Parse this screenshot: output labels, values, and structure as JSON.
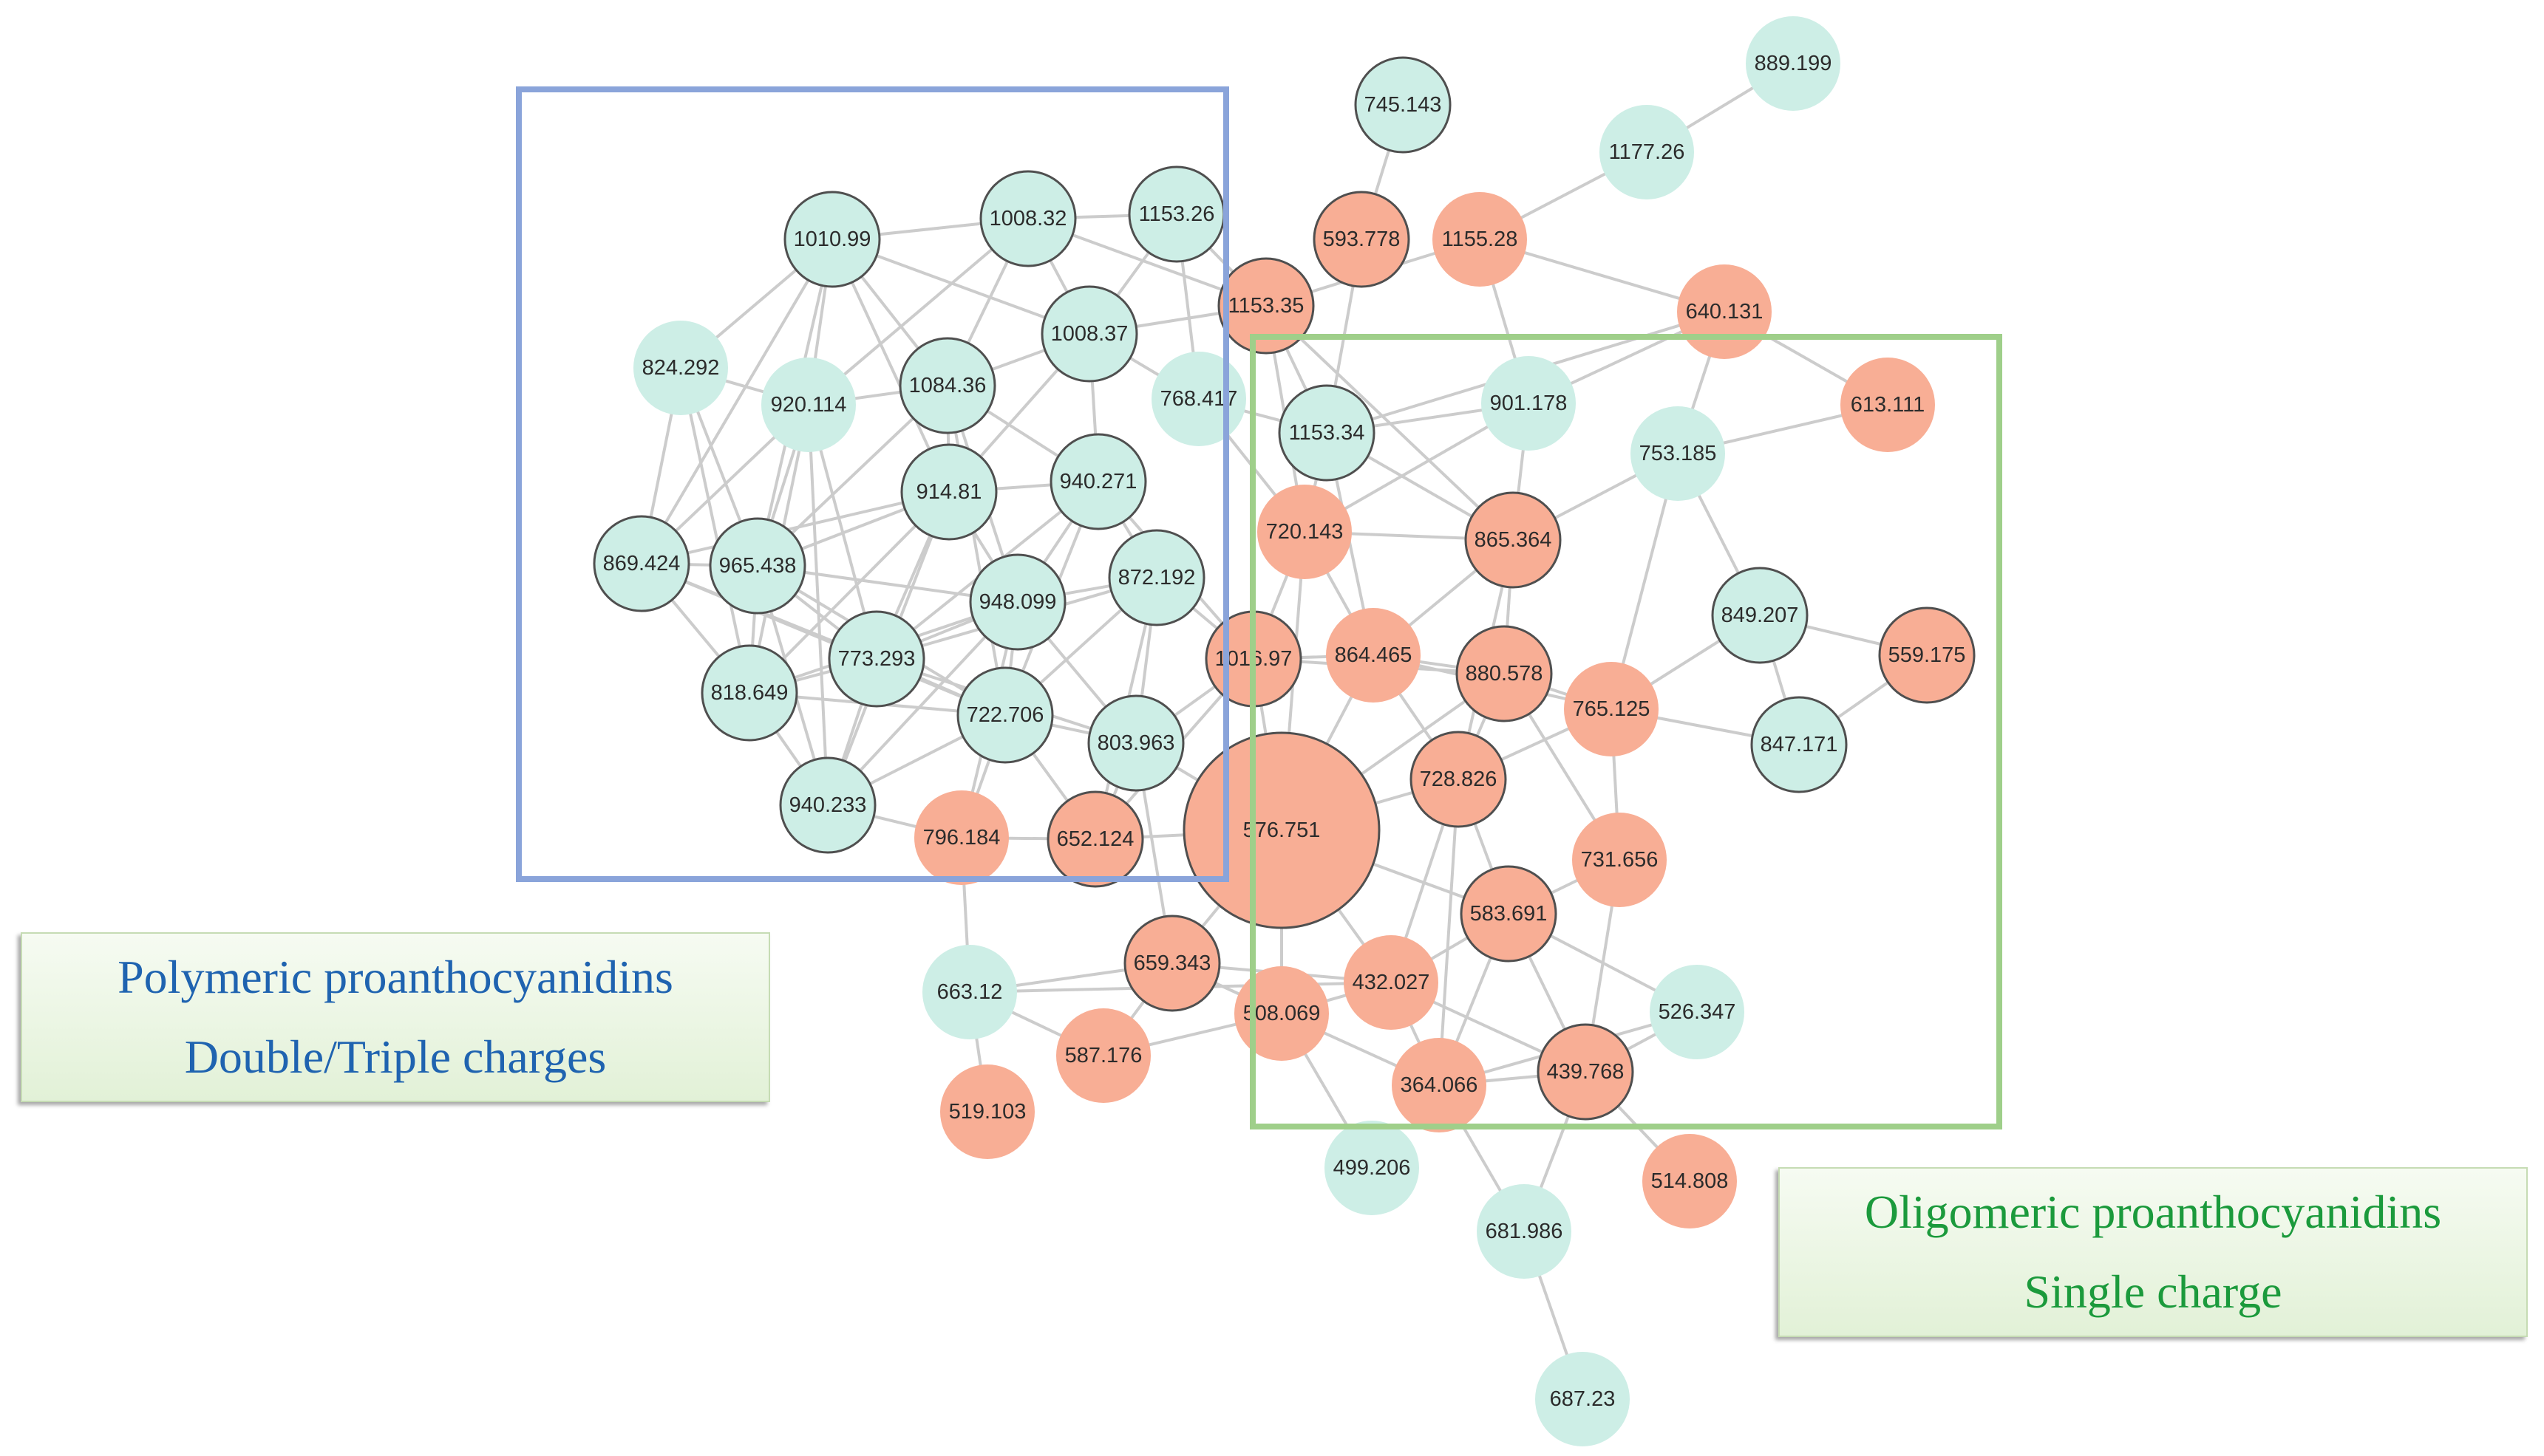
{
  "colors": {
    "teal": "#cdeee6",
    "salmon": "#f8ae95",
    "edge": "#cccccc",
    "node_stroke": "#4f4f4f",
    "blue_box": "#8aa4da",
    "green_box": "#9fcf8a"
  },
  "legends": {
    "polymeric": {
      "line1": "Polymeric proanthocyanidins",
      "line2": "Double/Triple charges"
    },
    "oligomeric": {
      "line1": "Oligomeric proanthocyanidins",
      "line2": "Single charge"
    }
  },
  "nodes": [
    {
      "id": "889.199",
      "c": "teal",
      "o": false
    },
    {
      "id": "745.143",
      "c": "teal",
      "o": true
    },
    {
      "id": "1177.26",
      "c": "teal",
      "o": false
    },
    {
      "id": "593.778",
      "c": "salmon",
      "o": true
    },
    {
      "id": "1155.28",
      "c": "salmon",
      "o": false
    },
    {
      "id": "1153.26",
      "c": "teal",
      "o": true
    },
    {
      "id": "1010.99",
      "c": "teal",
      "o": true
    },
    {
      "id": "1008.32",
      "c": "teal",
      "o": true
    },
    {
      "id": "1153.35",
      "c": "salmon",
      "o": true
    },
    {
      "id": "640.131",
      "c": "salmon",
      "o": false
    },
    {
      "id": "1008.37",
      "c": "teal",
      "o": true
    },
    {
      "id": "824.292",
      "c": "teal",
      "o": false
    },
    {
      "id": "920.114",
      "c": "teal",
      "o": false
    },
    {
      "id": "1084.36",
      "c": "teal",
      "o": true
    },
    {
      "id": "768.417",
      "c": "teal",
      "o": false
    },
    {
      "id": "1153.34",
      "c": "teal",
      "o": true
    },
    {
      "id": "901.178",
      "c": "teal",
      "o": false
    },
    {
      "id": "613.111",
      "c": "salmon",
      "o": false
    },
    {
      "id": "753.185",
      "c": "teal",
      "o": false
    },
    {
      "id": "914.81",
      "c": "teal",
      "o": true
    },
    {
      "id": "940.271",
      "c": "teal",
      "o": true
    },
    {
      "id": "720.143",
      "c": "salmon",
      "o": false
    },
    {
      "id": "865.364",
      "c": "salmon",
      "o": true
    },
    {
      "id": "869.424",
      "c": "teal",
      "o": true
    },
    {
      "id": "965.438",
      "c": "teal",
      "o": true
    },
    {
      "id": "872.192",
      "c": "teal",
      "o": true
    },
    {
      "id": "948.099",
      "c": "teal",
      "o": true
    },
    {
      "id": "849.207",
      "c": "teal",
      "o": true
    },
    {
      "id": "1016.97",
      "c": "salmon",
      "o": true
    },
    {
      "id": "864.465",
      "c": "salmon",
      "o": false
    },
    {
      "id": "880.578",
      "c": "salmon",
      "o": true
    },
    {
      "id": "559.175",
      "c": "salmon",
      "o": true
    },
    {
      "id": "773.293",
      "c": "teal",
      "o": true
    },
    {
      "id": "818.649",
      "c": "teal",
      "o": true
    },
    {
      "id": "722.706",
      "c": "teal",
      "o": true
    },
    {
      "id": "765.125",
      "c": "salmon",
      "o": false
    },
    {
      "id": "847.171",
      "c": "teal",
      "o": true
    },
    {
      "id": "803.963",
      "c": "teal",
      "o": true
    },
    {
      "id": "576.751",
      "c": "salmon",
      "o": true
    },
    {
      "id": "728.826",
      "c": "salmon",
      "o": true
    },
    {
      "id": "940.233",
      "c": "teal",
      "o": true
    },
    {
      "id": "796.184",
      "c": "salmon",
      "o": false
    },
    {
      "id": "652.124",
      "c": "salmon",
      "o": true
    },
    {
      "id": "731.656",
      "c": "salmon",
      "o": false
    },
    {
      "id": "583.691",
      "c": "salmon",
      "o": true
    },
    {
      "id": "663.12",
      "c": "teal",
      "o": false
    },
    {
      "id": "659.343",
      "c": "salmon",
      "o": true
    },
    {
      "id": "432.027",
      "c": "salmon",
      "o": false
    },
    {
      "id": "526.347",
      "c": "teal",
      "o": false
    },
    {
      "id": "508.069",
      "c": "salmon",
      "o": false
    },
    {
      "id": "587.176",
      "c": "salmon",
      "o": false
    },
    {
      "id": "439.768",
      "c": "salmon",
      "o": true
    },
    {
      "id": "519.103",
      "c": "salmon",
      "o": false
    },
    {
      "id": "364.066",
      "c": "salmon",
      "o": false
    },
    {
      "id": "514.808",
      "c": "salmon",
      "o": false
    },
    {
      "id": "499.206",
      "c": "teal",
      "o": false
    },
    {
      "id": "681.986",
      "c": "teal",
      "o": false
    },
    {
      "id": "687.23",
      "c": "teal",
      "o": false
    }
  ],
  "node_labels": {
    "1016.97": "1016.97",
    "768.417": "768.417",
    "576.751": "576.751",
    "508.069": "508.069",
    "1153.26": "1153.26"
  },
  "edges": [
    [
      "889.199",
      "1177.26"
    ],
    [
      "1177.26",
      "1155.28"
    ],
    [
      "745.143",
      "593.778"
    ],
    [
      "593.778",
      "1153.34"
    ],
    [
      "1155.28",
      "640.131"
    ],
    [
      "1155.28",
      "901.178"
    ],
    [
      "1155.28",
      "1153.35"
    ],
    [
      "640.131",
      "753.185"
    ],
    [
      "640.131",
      "613.111"
    ],
    [
      "640.131",
      "901.178"
    ],
    [
      "640.131",
      "1153.34"
    ],
    [
      "613.111",
      "753.185"
    ],
    [
      "753.185",
      "865.364"
    ],
    [
      "753.185",
      "849.207"
    ],
    [
      "753.185",
      "765.125"
    ],
    [
      "849.207",
      "847.171"
    ],
    [
      "849.207",
      "559.175"
    ],
    [
      "849.207",
      "765.125"
    ],
    [
      "847.171",
      "559.175"
    ],
    [
      "847.171",
      "765.125"
    ],
    [
      "901.178",
      "1153.34"
    ],
    [
      "901.178",
      "865.364"
    ],
    [
      "901.178",
      "720.143"
    ],
    [
      "1010.99",
      "1008.32"
    ],
    [
      "1010.99",
      "1008.37"
    ],
    [
      "1010.99",
      "824.292"
    ],
    [
      "1010.99",
      "920.114"
    ],
    [
      "1010.99",
      "1084.36"
    ],
    [
      "1010.99",
      "965.438"
    ],
    [
      "1010.99",
      "869.424"
    ],
    [
      "1010.99",
      "914.81"
    ],
    [
      "1008.32",
      "1153.26"
    ],
    [
      "1008.32",
      "1008.37"
    ],
    [
      "1008.32",
      "1084.36"
    ],
    [
      "1008.32",
      "920.114"
    ],
    [
      "1008.32",
      "1153.35"
    ],
    [
      "1153.26",
      "1008.37"
    ],
    [
      "1153.26",
      "768.417"
    ],
    [
      "1153.26",
      "1153.35"
    ],
    [
      "1008.37",
      "1084.36"
    ],
    [
      "1008.37",
      "914.81"
    ],
    [
      "1008.37",
      "940.271"
    ],
    [
      "1008.37",
      "768.417"
    ],
    [
      "1008.37",
      "1153.35"
    ],
    [
      "824.292",
      "869.424"
    ],
    [
      "824.292",
      "965.438"
    ],
    [
      "824.292",
      "920.114"
    ],
    [
      "824.292",
      "818.649"
    ],
    [
      "920.114",
      "1084.36"
    ],
    [
      "920.114",
      "965.438"
    ],
    [
      "920.114",
      "869.424"
    ],
    [
      "920.114",
      "773.293"
    ],
    [
      "920.114",
      "818.649"
    ],
    [
      "920.114",
      "940.233"
    ],
    [
      "1084.36",
      "914.81"
    ],
    [
      "1084.36",
      "940.271"
    ],
    [
      "1084.36",
      "965.438"
    ],
    [
      "1084.36",
      "948.099"
    ],
    [
      "1084.36",
      "722.706"
    ],
    [
      "914.81",
      "940.271"
    ],
    [
      "914.81",
      "869.424"
    ],
    [
      "914.81",
      "965.438"
    ],
    [
      "914.81",
      "773.293"
    ],
    [
      "914.81",
      "948.099"
    ],
    [
      "914.81",
      "818.649"
    ],
    [
      "914.81",
      "940.233"
    ],
    [
      "940.271",
      "872.192"
    ],
    [
      "940.271",
      "948.099"
    ],
    [
      "940.271",
      "773.293"
    ],
    [
      "940.271",
      "722.706"
    ],
    [
      "940.271",
      "1016.97"
    ],
    [
      "869.424",
      "965.438"
    ],
    [
      "869.424",
      "818.649"
    ],
    [
      "869.424",
      "773.293"
    ],
    [
      "869.424",
      "722.706"
    ],
    [
      "965.438",
      "773.293"
    ],
    [
      "965.438",
      "818.649"
    ],
    [
      "965.438",
      "948.099"
    ],
    [
      "965.438",
      "940.233"
    ],
    [
      "965.438",
      "722.706"
    ],
    [
      "872.192",
      "948.099"
    ],
    [
      "872.192",
      "803.963"
    ],
    [
      "872.192",
      "722.706"
    ],
    [
      "872.192",
      "1016.97"
    ],
    [
      "872.192",
      "652.124"
    ],
    [
      "948.099",
      "773.293"
    ],
    [
      "948.099",
      "722.706"
    ],
    [
      "948.099",
      "803.963"
    ],
    [
      "948.099",
      "818.649"
    ],
    [
      "948.099",
      "940.233"
    ],
    [
      "948.099",
      "796.184"
    ],
    [
      "773.293",
      "818.649"
    ],
    [
      "773.293",
      "722.706"
    ],
    [
      "773.293",
      "940.233"
    ],
    [
      "773.293",
      "803.963"
    ],
    [
      "773.293",
      "872.192"
    ],
    [
      "818.649",
      "940.233"
    ],
    [
      "818.649",
      "722.706"
    ],
    [
      "722.706",
      "803.963"
    ],
    [
      "722.706",
      "940.233"
    ],
    [
      "722.706",
      "796.184"
    ],
    [
      "722.706",
      "652.124"
    ],
    [
      "803.963",
      "652.124"
    ],
    [
      "803.963",
      "576.751"
    ],
    [
      "803.963",
      "1016.97"
    ],
    [
      "803.963",
      "659.343"
    ],
    [
      "940.233",
      "796.184"
    ],
    [
      "796.184",
      "652.124"
    ],
    [
      "796.184",
      "663.12"
    ],
    [
      "652.124",
      "576.751"
    ],
    [
      "652.124",
      "1016.97"
    ],
    [
      "768.417",
      "1153.34"
    ],
    [
      "768.417",
      "720.143"
    ],
    [
      "1153.35",
      "1153.34"
    ],
    [
      "1153.35",
      "865.364"
    ],
    [
      "1153.35",
      "720.143"
    ],
    [
      "1153.34",
      "720.143"
    ],
    [
      "1153.34",
      "865.364"
    ],
    [
      "1153.34",
      "864.465"
    ],
    [
      "720.143",
      "865.364"
    ],
    [
      "720.143",
      "1016.97"
    ],
    [
      "720.143",
      "864.465"
    ],
    [
      "720.143",
      "576.751"
    ],
    [
      "865.364",
      "864.465"
    ],
    [
      "865.364",
      "880.578"
    ],
    [
      "865.364",
      "728.826"
    ],
    [
      "1016.97",
      "864.465"
    ],
    [
      "1016.97",
      "576.751"
    ],
    [
      "1016.97",
      "880.578"
    ],
    [
      "864.465",
      "880.578"
    ],
    [
      "864.465",
      "576.751"
    ],
    [
      "864.465",
      "728.826"
    ],
    [
      "864.465",
      "765.125"
    ],
    [
      "880.578",
      "765.125"
    ],
    [
      "880.578",
      "728.826"
    ],
    [
      "880.578",
      "731.656"
    ],
    [
      "880.578",
      "576.751"
    ],
    [
      "576.751",
      "728.826"
    ],
    [
      "576.751",
      "659.343"
    ],
    [
      "576.751",
      "508.069"
    ],
    [
      "576.751",
      "432.027"
    ],
    [
      "576.751",
      "583.691"
    ],
    [
      "728.826",
      "583.691"
    ],
    [
      "728.826",
      "432.027"
    ],
    [
      "728.826",
      "364.066"
    ],
    [
      "728.826",
      "765.125"
    ],
    [
      "583.691",
      "432.027"
    ],
    [
      "583.691",
      "439.768"
    ],
    [
      "583.691",
      "364.066"
    ],
    [
      "583.691",
      "526.347"
    ],
    [
      "583.691",
      "731.656"
    ],
    [
      "432.027",
      "508.069"
    ],
    [
      "432.027",
      "364.066"
    ],
    [
      "432.027",
      "439.768"
    ],
    [
      "432.027",
      "659.343"
    ],
    [
      "508.069",
      "659.343"
    ],
    [
      "508.069",
      "587.176"
    ],
    [
      "508.069",
      "364.066"
    ],
    [
      "508.069",
      "499.206"
    ],
    [
      "659.343",
      "663.12"
    ],
    [
      "659.343",
      "587.176"
    ],
    [
      "663.12",
      "519.103"
    ],
    [
      "663.12",
      "587.176"
    ],
    [
      "663.12",
      "432.027"
    ],
    [
      "364.066",
      "439.768"
    ],
    [
      "364.066",
      "681.986"
    ],
    [
      "364.066",
      "526.347"
    ],
    [
      "439.768",
      "526.347"
    ],
    [
      "439.768",
      "514.808"
    ],
    [
      "439.768",
      "681.986"
    ],
    [
      "681.986",
      "687.23"
    ],
    [
      "731.656",
      "439.768"
    ],
    [
      "765.125",
      "731.656"
    ]
  ]
}
